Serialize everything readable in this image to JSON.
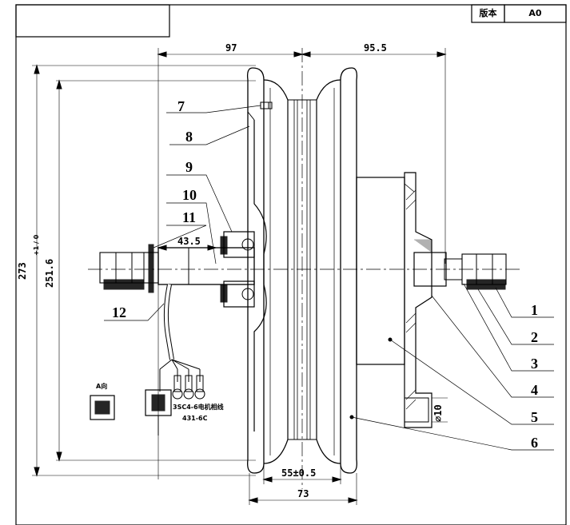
{
  "title_block": {
    "version_label": "版本",
    "version_value": "A0"
  },
  "part_labels": [
    "1",
    "2",
    "3",
    "4",
    "5",
    "6",
    "7",
    "8",
    "9",
    "10",
    "11",
    "12"
  ],
  "dimensions": {
    "left_width": "97",
    "right_width": "95.5",
    "hub_length": "43.5",
    "overall_height": "273",
    "rim_diameter": "251.6",
    "rim_tolerance": "+1 / 0",
    "rim_inner_width": "55±0.5",
    "rim_width": "73",
    "bolt_dia": "⌀10"
  },
  "connector": {
    "view_label": "A向",
    "terminal_note": "3SC4-6电机相线",
    "terminal_code": "431-6C"
  }
}
